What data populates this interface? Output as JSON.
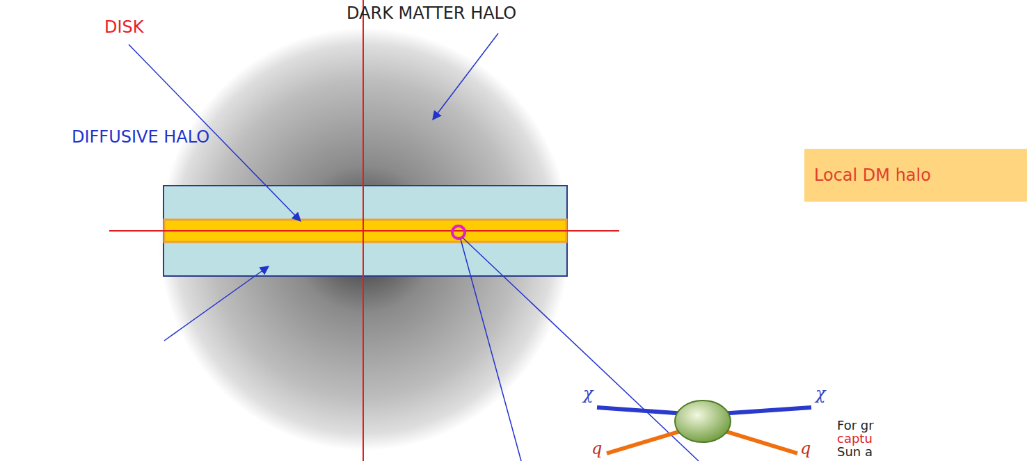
{
  "diagram": {
    "nodes": [
      {
        "text": [
          "Local DM halo"
        ]
      }
    ],
    "labels": [
      "DISK",
      "DARK MATTER HALO",
      "DIFFUSIVE HALO",
      "χ",
      "χ",
      "q",
      "q",
      "For gr",
      "captu",
      "Sun a"
    ]
  }
}
